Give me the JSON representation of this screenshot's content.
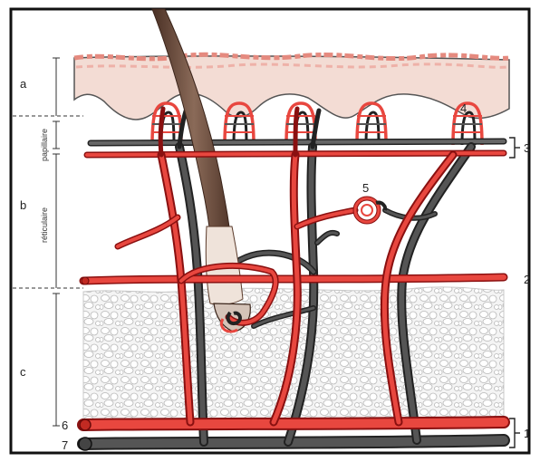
{
  "diagram": {
    "layer_labels": {
      "epidermis": "a",
      "dermis": "b",
      "hypodermis": "c"
    },
    "sublayer_labels": {
      "papillary": "papillaire",
      "reticular": "réticulaire"
    },
    "number_labels": {
      "n1": "1",
      "n2": "2",
      "n3": "3",
      "n4": "4",
      "n5": "5",
      "n6": "6",
      "n7": "7"
    },
    "colors": {
      "artery": "#e8473f",
      "artery_outline": "#8a1010",
      "vein": "#555555",
      "vein_outline": "#222222",
      "epidermis": "#f3dcd4",
      "hair": "#6b4a3a",
      "fat_cell": "#e4e4e4"
    }
  }
}
